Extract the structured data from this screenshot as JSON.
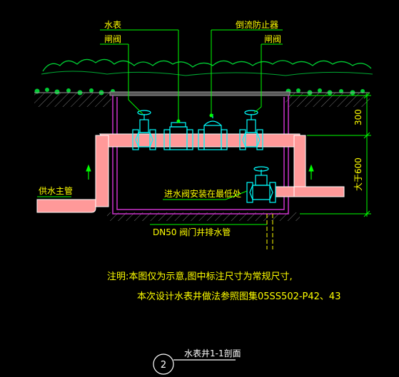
{
  "labels": {
    "water_meter": "水表",
    "gate_valve_left": "闸阀",
    "backflow_preventer": "倒流防止器",
    "gate_valve_right": "闸阀",
    "supply_main": "供水主管",
    "inlet_valve_note": "进水阀安装在最低处",
    "drain_pipe": "DN50  阀门井排水管",
    "dim_300": "300",
    "dim_depth": "大于600"
  },
  "notes": {
    "line1": "注明:本图仅为示意,图中标注尺寸为常规尺寸,",
    "line2": "本次设计水表井做法参照图集05SS502-P42、43"
  },
  "title": {
    "number": "2",
    "caption": "水表井1-1剖面"
  },
  "colors": {
    "background": "#000000",
    "pit_wall": "#cc33cc",
    "leader": "#00ff00",
    "pipe_fill": "#ff9999",
    "valve": "#00ffff",
    "text": "#ffff00",
    "vegetation": "#00cc33"
  }
}
